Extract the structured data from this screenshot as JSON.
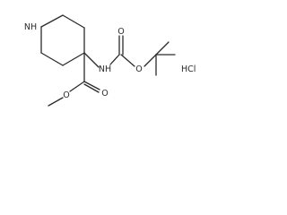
{
  "molecule": {
    "atoms": {
      "ring_nh": "NH",
      "carbamate_nh": "NH",
      "carbamate_o_double": "O",
      "carbamate_o_ether": "O",
      "ester_o_double": "O",
      "ester_o_ether": "O",
      "counter_ion": "HCl"
    }
  }
}
